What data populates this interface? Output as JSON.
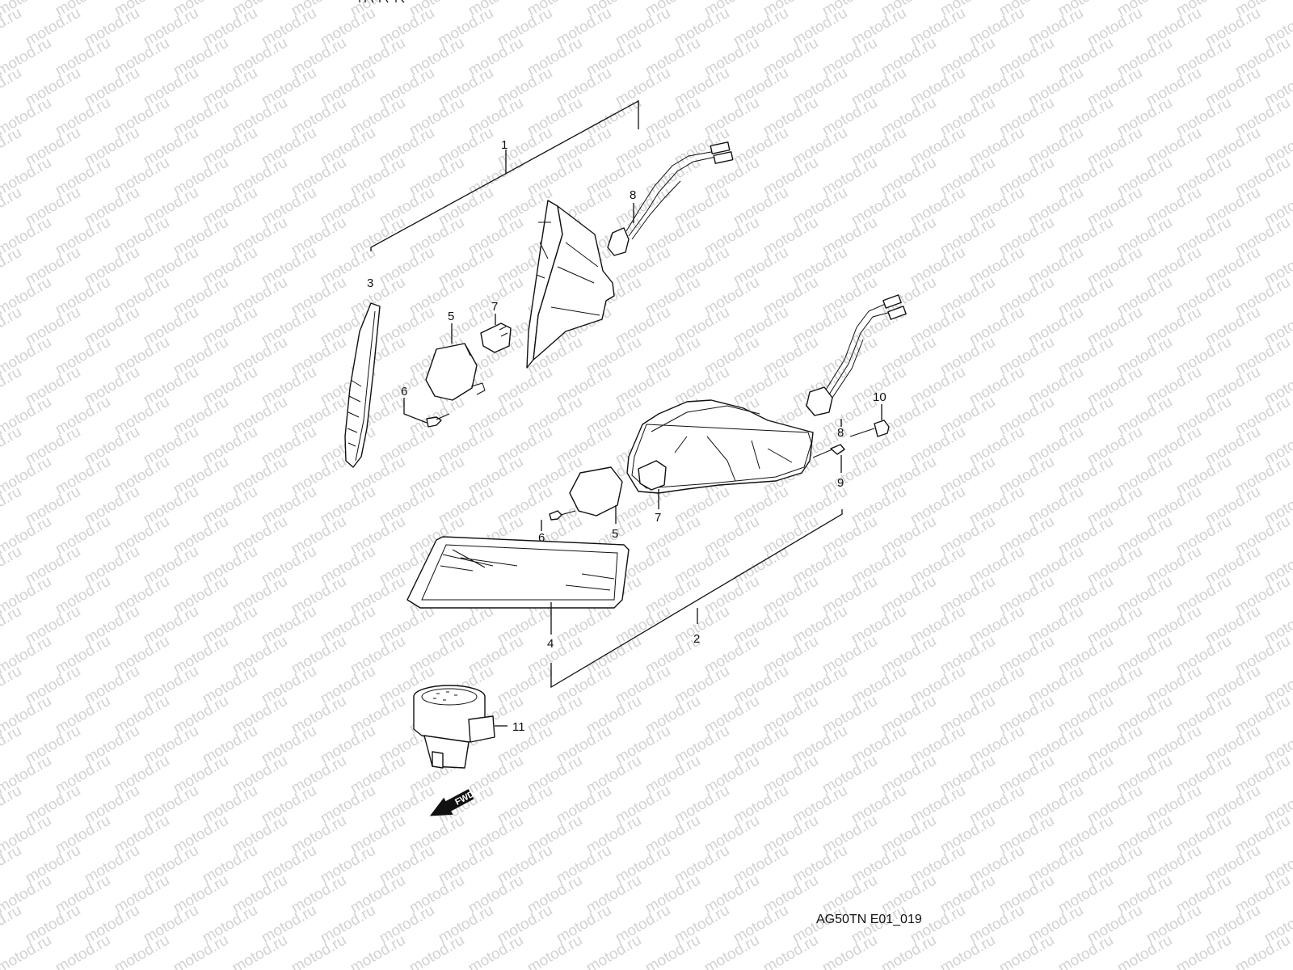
{
  "watermark": {
    "text": "motod.ru",
    "color": "#d2d2d2"
  },
  "diagram_code": "AG50TN E01_019",
  "fwd_label": "FWD",
  "callouts": {
    "c1": "1",
    "c2": "2",
    "c3": "3",
    "c4": "4",
    "c5a": "5",
    "c5b": "5",
    "c6a": "6",
    "c6b": "6",
    "c7a": "7",
    "c7b": "7",
    "c8a": "8",
    "c8b": "8",
    "c9": "9",
    "c10": "10",
    "c11": "11"
  }
}
